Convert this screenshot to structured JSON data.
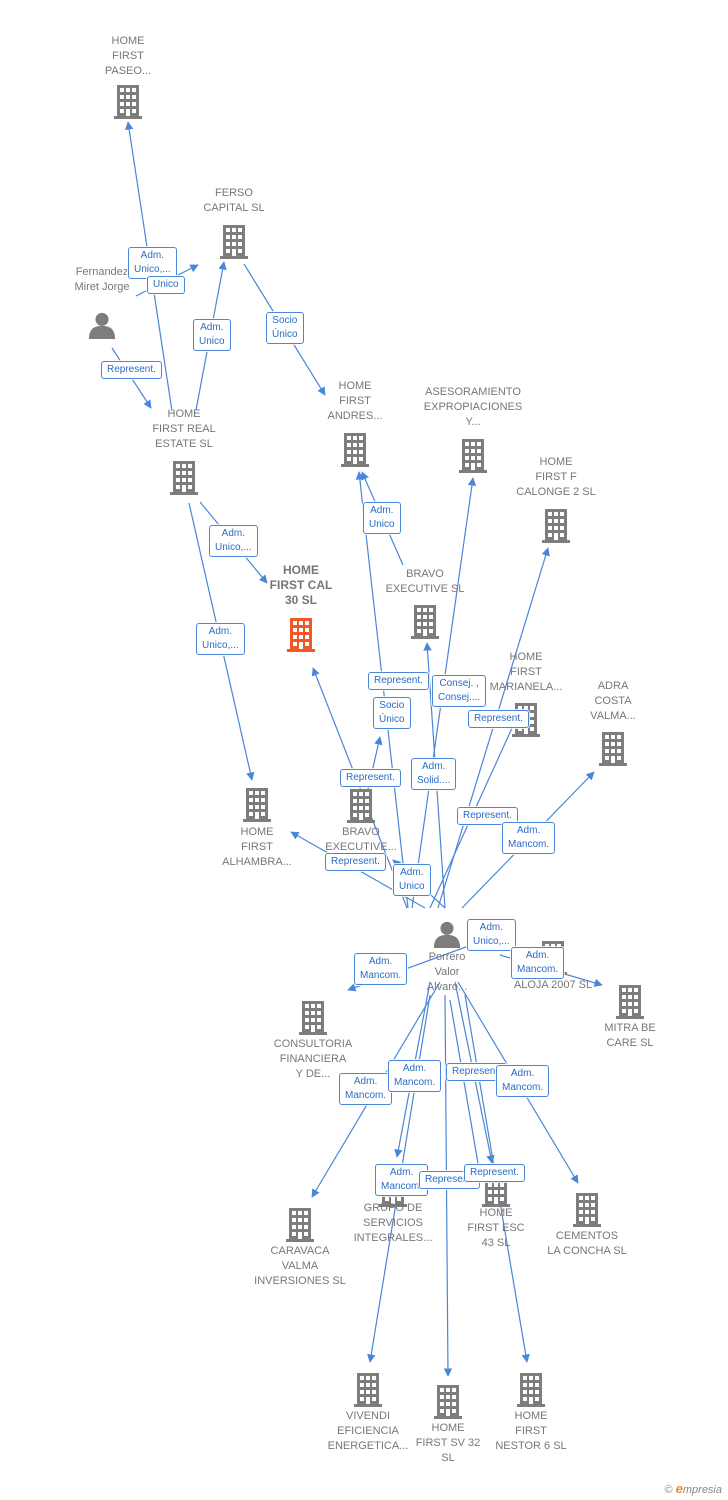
{
  "colors": {
    "edge": "#4a86d8",
    "node": "#7d7d7d",
    "focus": "#f0582a",
    "edgeText": "#2a6cc4"
  },
  "nodes": [
    {
      "id": "home_first_paseo",
      "label": "HOME\nFIRST\nPASEO...",
      "icon": "building-icon"
    },
    {
      "id": "ferso",
      "label": "FERSO\nCAPITAL  SL",
      "icon": "building-icon"
    },
    {
      "id": "fernandez",
      "label": "Fernandez\nMiret Jorge",
      "icon": "person-icon"
    },
    {
      "id": "home_first_real",
      "label": "HOME\nFIRST REAL\nESTATE  SL",
      "icon": "building-icon"
    },
    {
      "id": "home_first_andres",
      "label": "HOME\nFIRST\nANDRES...",
      "icon": "building-icon"
    },
    {
      "id": "asesoramiento",
      "label": "ASESORAMIENTO\nEXPROPIACIONES\nY...",
      "icon": "building-icon"
    },
    {
      "id": "calonge",
      "label": "HOME\nFIRST F\nCALONGE 2  SL",
      "icon": "building-icon"
    },
    {
      "id": "cal30",
      "label": "HOME\nFIRST CAL\n30  SL",
      "icon": "building-icon",
      "focus": true
    },
    {
      "id": "bravo_exec",
      "label": "BRAVO\nEXECUTIVE SL",
      "icon": "building-icon"
    },
    {
      "id": "marianela",
      "label": "HOME\nFIRST\nMARIANELA...",
      "icon": "building-icon"
    },
    {
      "id": "adra",
      "label": "ADRA\nCOSTA\nVALMA...",
      "icon": "building-icon"
    },
    {
      "id": "alhambra",
      "label": "HOME\nFIRST\nALHAMBRA...",
      "icon": "building-icon"
    },
    {
      "id": "bravo_exec2",
      "label": "BRAVO\nEXECUTIVE...",
      "icon": "building-icon"
    },
    {
      "id": "porrero",
      "label": "Porrero\nValor\nAlvaro...",
      "icon": "person-icon"
    },
    {
      "id": "aloja",
      "label": "ALOJA 2007 SL",
      "icon": "building-icon"
    },
    {
      "id": "mitra",
      "label": "MITRA BE\nCARE  SL",
      "icon": "building-icon"
    },
    {
      "id": "consultoria",
      "label": "CONSULTORIA\nFINANCIERA\nY DE...",
      "icon": "building-icon"
    },
    {
      "id": "caravaca",
      "label": "CARAVACA\nVALMA\nINVERSIONES SL",
      "icon": "building-icon"
    },
    {
      "id": "grupo",
      "label": "GRUPO DE\nSERVICIOS\nINTEGRALES...",
      "icon": "building-icon"
    },
    {
      "id": "esc43",
      "label": "HOME\nFIRST ESC\n43  SL",
      "icon": "building-icon"
    },
    {
      "id": "cementos",
      "label": "CEMENTOS\nLA CONCHA SL",
      "icon": "building-icon"
    },
    {
      "id": "vivendi",
      "label": "VIVENDI\nEFICIENCIA\nENERGETICA...",
      "icon": "building-icon"
    },
    {
      "id": "sv32",
      "label": "HOME\nFIRST SV 32\nSL",
      "icon": "building-icon"
    },
    {
      "id": "nestor",
      "label": "HOME\nFIRST\nNESTOR 6  SL",
      "icon": "building-icon"
    }
  ],
  "edge_labels": [
    "Adm.\nUnico,...",
    "Unico",
    "Adm.\nUnico",
    "Socio\nÚnico",
    "Represent.",
    "Adm.\nUnico",
    "Adm.\nUnico,...",
    "Adm.\nUnico,...",
    "Represent.",
    "Consej. ,\nConsej....",
    "Socio\nÚnico",
    "Represent.",
    "Represent.",
    "Adm.\nSolid....",
    "Represent.",
    "Adm.\nMancom.",
    "Represent.",
    "Adm.\nUnico",
    "Adm.\nMancom.",
    "Adm.\nUnico,...",
    "Adm.\nMancom.",
    "Adm.\nMancom.",
    "Adm.\nMancom.",
    "Represent.",
    "Adm.\nMancom.",
    "Adm.\nMancom.",
    "Represent.",
    "Represent."
  ],
  "brand": {
    "copyright": "©",
    "name": "mpresia",
    "initial": "e"
  }
}
